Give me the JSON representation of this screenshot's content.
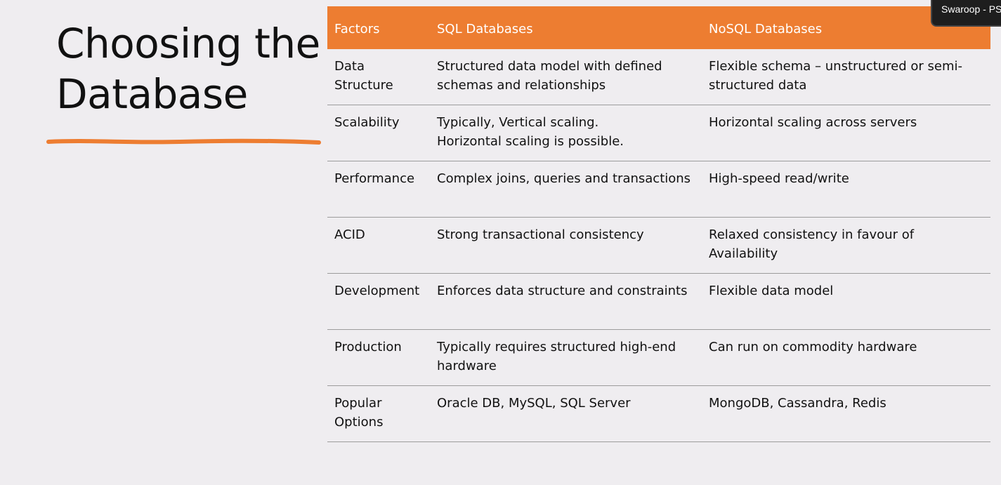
{
  "slide": {
    "title_line1": "Choosing the",
    "title_line2": "Database",
    "accent_color": "#ed7d31"
  },
  "presenter": {
    "name_label": "Swaroop - PS"
  },
  "table": {
    "headers": [
      "Factors",
      "SQL Databases",
      "NoSQL Databases"
    ],
    "rows": [
      {
        "factor": "Data\nStructure",
        "sql": "Structured data model with defined\nschemas and relationships",
        "nosql": "Flexible schema – unstructured or semi-\nstructured data"
      },
      {
        "factor": "Scalability",
        "sql": "Typically, Vertical scaling.\nHorizontal scaling is possible.",
        "nosql": "Horizontal scaling across servers"
      },
      {
        "factor": "Performance",
        "sql": "Complex joins, queries and transactions",
        "nosql": "High-speed read/write"
      },
      {
        "factor": "ACID",
        "sql": "Strong transactional consistency",
        "nosql": "Relaxed consistency in favour of\nAvailability"
      },
      {
        "factor": "Development",
        "sql": "Enforces data structure and constraints",
        "nosql": "Flexible data model"
      },
      {
        "factor": "Production",
        "sql": "Typically requires structured high-end\nhardware",
        "nosql": "Can run on commodity hardware"
      },
      {
        "factor": "Popular\nOptions",
        "sql": "Oracle DB, MySQL, SQL Server",
        "nosql": "MongoDB, Cassandra, Redis"
      }
    ]
  }
}
